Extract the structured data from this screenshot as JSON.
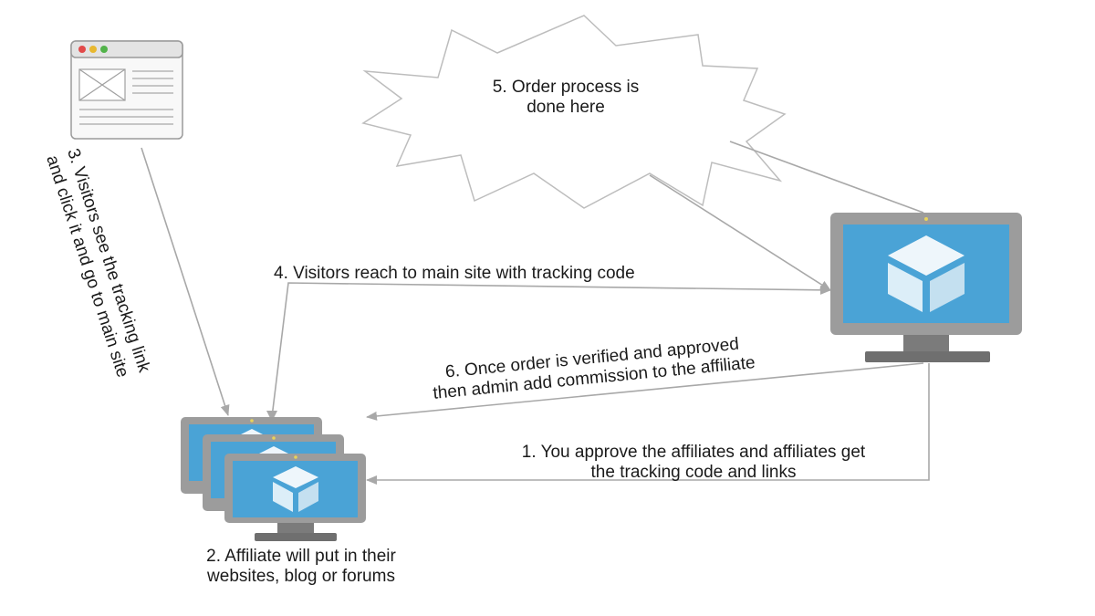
{
  "steps": {
    "step1": {
      "line1": "1. You approve the affiliates and affiliates get",
      "line2": "the tracking code and links"
    },
    "step2": {
      "line1": "2. Affiliate will put in their",
      "line2": "websites, blog or forums"
    },
    "step3": {
      "line1": "3. Visitors see the tracking link",
      "line2": "and click it and go to main site"
    },
    "step4": {
      "line1": "4. Visitors reach to main site with tracking code"
    },
    "step5": {
      "line1": "5. Order process is",
      "line2": "done here"
    },
    "step6": {
      "line1": "6. Once order is verified and approved",
      "line2": "then admin add commission to the affiliate"
    }
  },
  "nodes": {
    "main_site": "main-site-monitor",
    "affiliates": "affiliate-monitors",
    "browser": "browser-window-icon",
    "order_burst": "order-process-burst"
  },
  "colors": {
    "screen": "#4aa3d6",
    "bezel": "#9c9c9c",
    "bezel_dark": "#8a8a8a",
    "stand": "#6f6f6f",
    "cube_light": "#eef6fb",
    "cube_mid": "#cfe5f2",
    "line": "#9a9a9a"
  }
}
